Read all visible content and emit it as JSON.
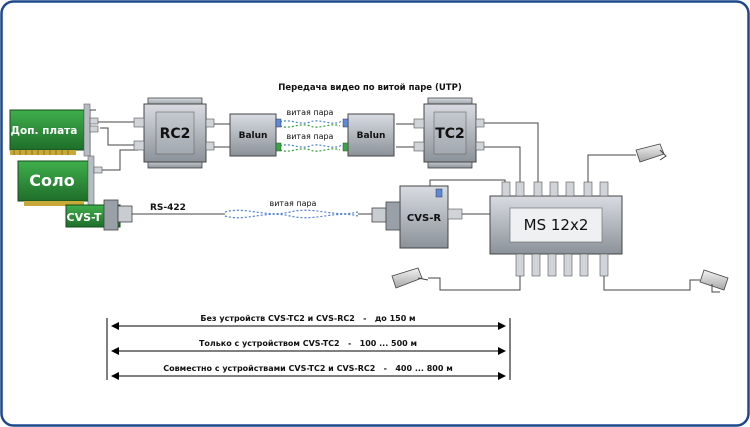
{
  "title": "Передача видео по витой паре (UTP)",
  "devices": {
    "dop_plata": "Доп. плата",
    "solo": "Соло",
    "cvs_t": "CVS-T",
    "rc2": "RC2",
    "balun_left": "Balun",
    "balun_right": "Balun",
    "tc2": "TC2",
    "cvs_r": "CVS-R",
    "ms": "MS 12x2"
  },
  "links": {
    "twisted_pair_top": "витая пара",
    "twisted_pair_mid": "витая пара",
    "rs422": "RS-422",
    "twisted_pair_rs": "витая пара"
  },
  "ranges": [
    "Без устройств CVS-TC2 и CVS-RC2   -   до 150 м",
    "Только с устройством CVS-TC2   -   100 ... 500 м",
    "Совместно с устройствами CVS-TC2 и CVS-RC2   -   400 ... 800 м"
  ],
  "colors": {
    "frame": "#1e4a8c",
    "board_green": "#2e8b3a",
    "device_gray": "#9aa0a8",
    "pair_blue": "#4a7fd0",
    "pair_green": "#2e9e3a"
  }
}
